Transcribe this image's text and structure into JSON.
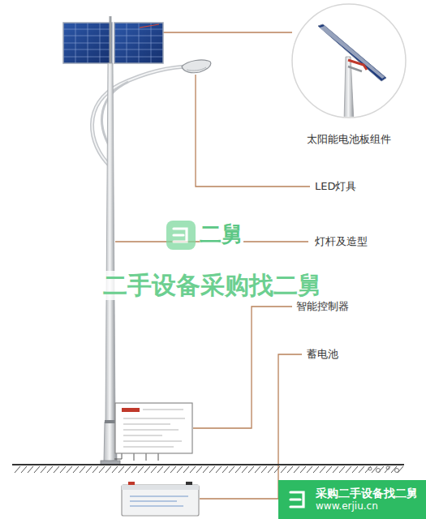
{
  "diagram": {
    "nodes": [
      {
        "text": [
          "采购二手设备找二舅",
          "www.erjiu.cn"
        ]
      }
    ],
    "labels": [
      "太阳能电池板组件",
      "LED灯具",
      "二舅",
      "灯杆及造型",
      "二手设备采购找二舅",
      "智能控制器",
      "蓄电池"
    ]
  }
}
